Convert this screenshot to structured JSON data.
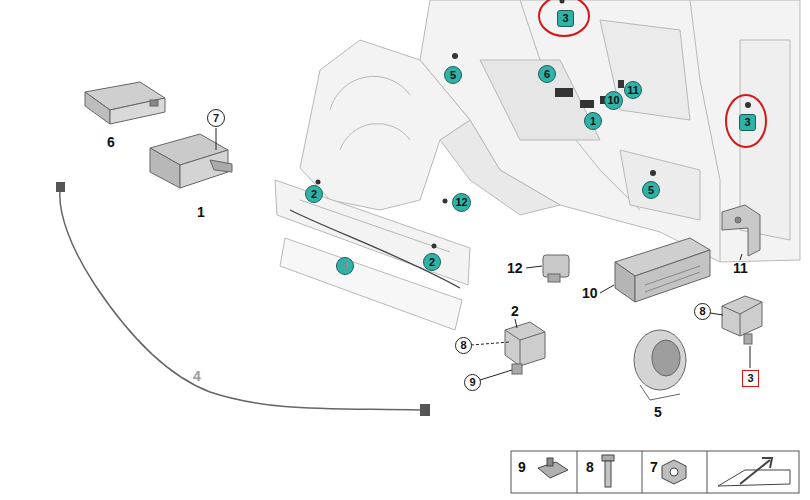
{
  "diagram": {
    "nodes": [
      {
        "text": [
          "3"
        ]
      },
      {
        "text": [
          "5"
        ]
      },
      {
        "text": [
          "6"
        ]
      },
      {
        "text": [
          "11"
        ]
      },
      {
        "text": [
          "10"
        ]
      },
      {
        "text": [
          "7"
        ]
      },
      {
        "text": [
          "1"
        ]
      },
      {
        "text": [
          "3"
        ]
      },
      {
        "text": [
          "5"
        ]
      },
      {
        "text": [
          "2"
        ]
      },
      {
        "text": [
          "12"
        ]
      },
      {
        "text": [
          "2"
        ]
      },
      {
        "text": [
          "4"
        ]
      },
      {
        "text": [
          "8"
        ]
      },
      {
        "text": [
          "8"
        ]
      },
      {
        "text": [
          "3"
        ]
      },
      {
        "text": [
          "9"
        ]
      }
    ],
    "labels": [
      "6",
      "1",
      "12",
      "11",
      "10",
      "2",
      "4",
      "5",
      "9",
      "8",
      "7"
    ]
  }
}
